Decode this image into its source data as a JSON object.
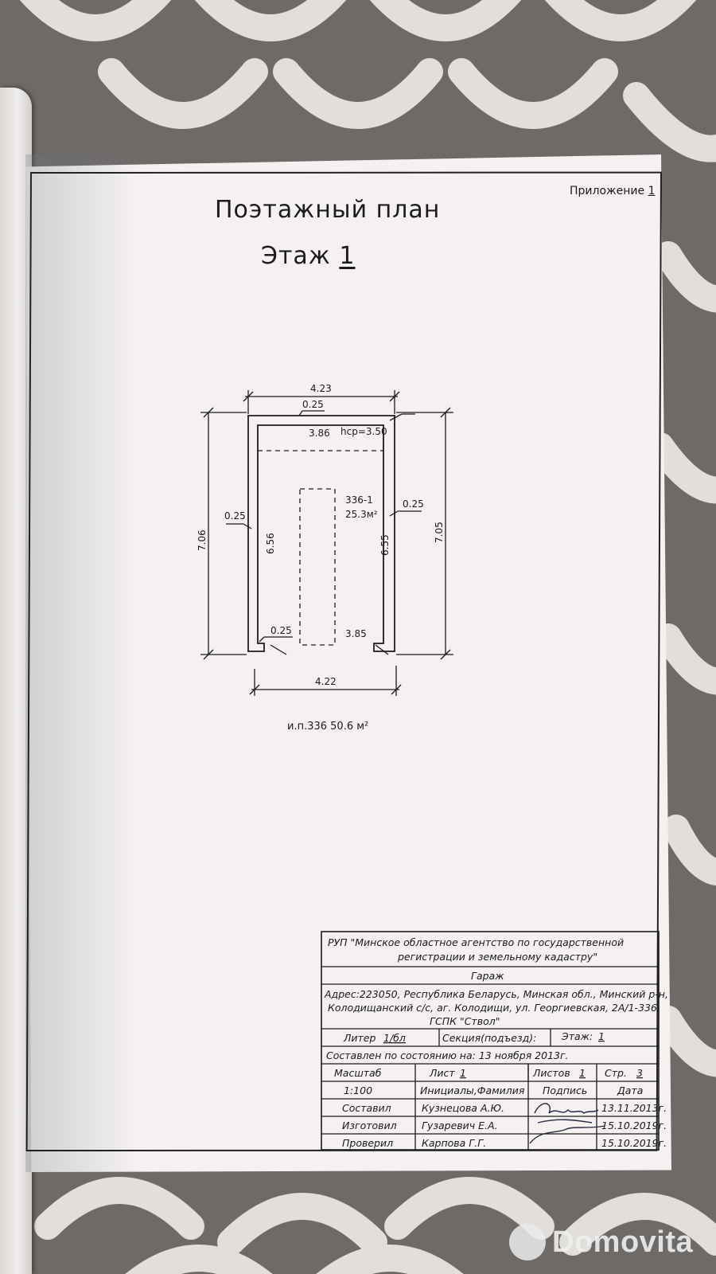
{
  "sheet": {
    "appendix_label": "Приложение",
    "appendix_number": "1",
    "title": "Поэтажный план",
    "floor_label": "Этаж",
    "floor_number": "1"
  },
  "plan": {
    "dim_top_outer": "4.23",
    "wall_top": "0.25",
    "inner_width_top": "3.86",
    "ceiling_height": "hср=3.50",
    "room_number": "336-1",
    "room_area": "25.3м²",
    "wall_left": "0.25",
    "wall_right": "0.25",
    "outer_height_left": "7.06",
    "outer_height_right": "7.05",
    "inner_height_left": "6.56",
    "inner_height_right": "6.55",
    "wall_bottom": "0.25",
    "inner_width_bottom": "3.85",
    "dim_bottom_outer": "4.22",
    "total_area_caption": "и.п.336  50.6 м²"
  },
  "title_block": {
    "org_line1": "РУП \"Минское областное агентство по государственной",
    "org_line2": "регистрации и земельному кадастру\"",
    "object": "Гараж",
    "address_line1": "Адрес:223050, Республика Беларусь, Минская обл., Минский р-н,",
    "address_line2": "Колодищанский с/с, аг. Колодищи, ул. Георгиевская, 2А/1-336,",
    "address_line3": "ГСПК \"Ствол\"",
    "liter_label": "Литер",
    "liter_value": "1/бл",
    "section_label": "Секция(подъезд):",
    "section_value": "",
    "floor_label": "Этаж:",
    "floor_value": "1",
    "state_line": "Составлен по состоянию на: 13 ноября 2013г.",
    "scale_label": "Масштаб",
    "sheet_label": "Лист",
    "sheet_value": "1",
    "sheets_label": "Листов",
    "sheets_value": "1",
    "page_label": "Стр.",
    "page_value": "3",
    "scale_value": "1:100",
    "col_initials": "Инициалы,Фамилия",
    "col_signature": "Подпись",
    "col_date": "Дата",
    "rows": [
      {
        "role": "Составил",
        "name": "Кузнецова А.Ю.",
        "date": "13.11.2013г."
      },
      {
        "role": "Изготовил",
        "name": "Гузаревич Е.А.",
        "date": "15.10.2019г."
      },
      {
        "role": "Проверил",
        "name": "Карпова Г.Г.",
        "date": "15.10.2019г."
      }
    ]
  },
  "watermark": {
    "brand": "Domovita"
  },
  "colors": {
    "paper": "#f4f1f0",
    "ink": "#1c1c1c",
    "carpet_dark": "#6f6c6a",
    "carpet_light": "#e9e6e2"
  }
}
